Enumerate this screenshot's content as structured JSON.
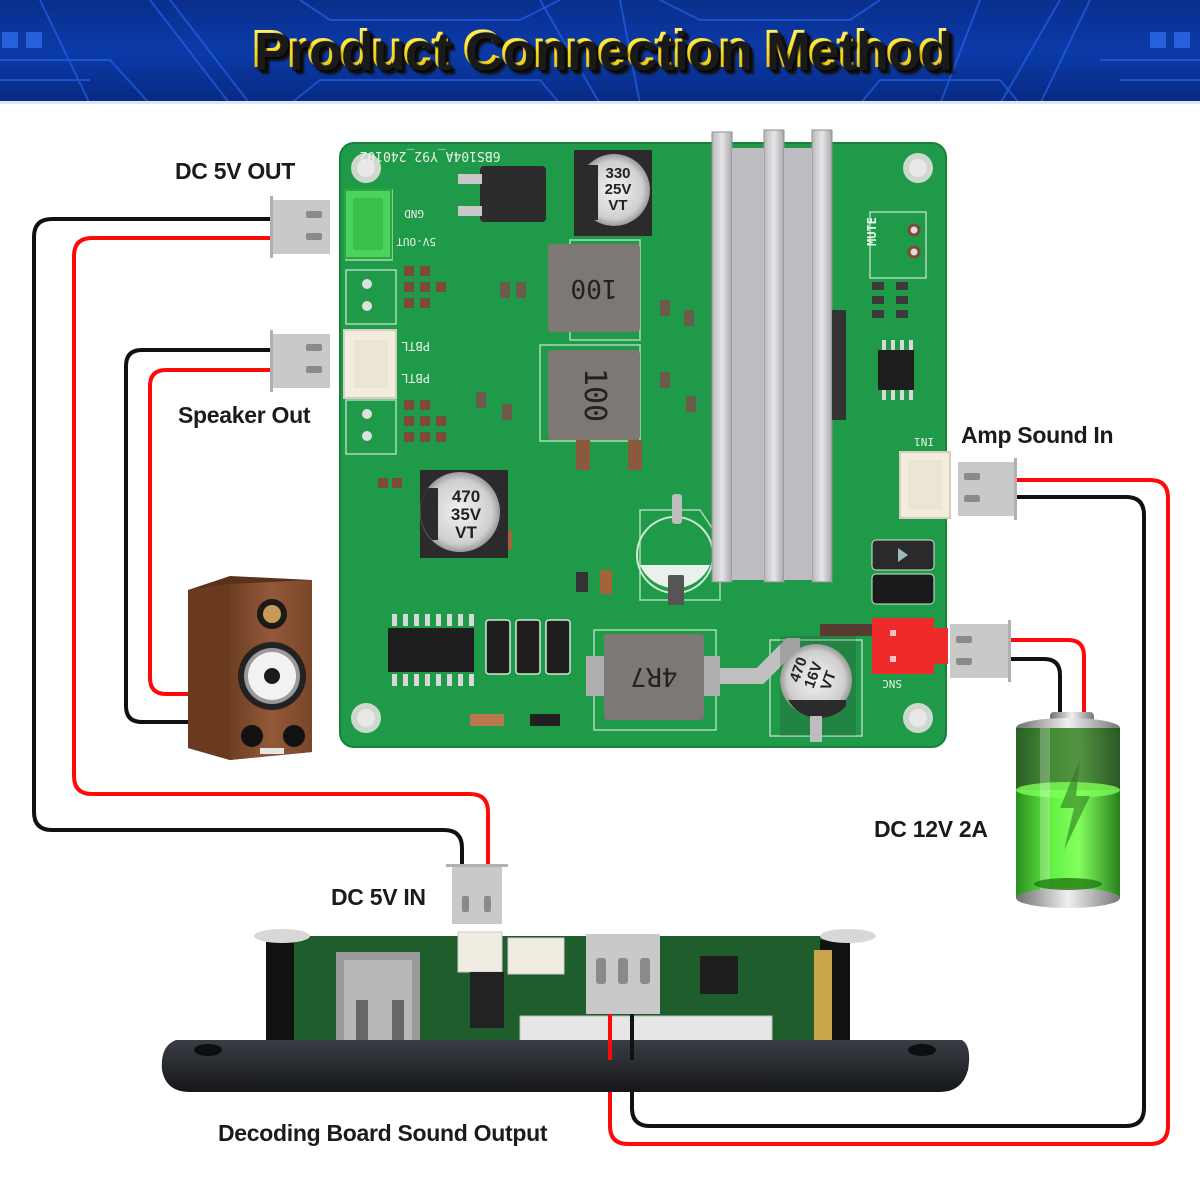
{
  "header": {
    "title": "Product Connection Method"
  },
  "labels": {
    "dc_5v_out": "DC 5V OUT",
    "speaker_out": "Speaker Out",
    "amp_sound_in": "Amp Sound In",
    "dc_12v_2a": "DC 12V 2A",
    "dc_5v_in": "DC 5V IN",
    "decoding_output": "Decoding Board Sound Output"
  },
  "amp_board": {
    "board_id": "6BS104A_Y92_240102",
    "silkscreen": {
      "gnd": "GND",
      "v5_out": "5V-OUT",
      "pbtl_top": "PBTL",
      "pbtl_bottom": "PBTL",
      "mute": "MUTE",
      "input": "IN1",
      "power": "SNC"
    },
    "components": {
      "cap_top": [
        "330",
        "25V",
        "VT"
      ],
      "cap_left": [
        "470",
        "35V",
        "VT"
      ],
      "cap_bottom": [
        "470",
        "16V",
        "VT"
      ],
      "inductor_1": "100",
      "inductor_2": "100",
      "inductor_3": "4R7"
    }
  },
  "colors": {
    "pcb_green": "#1f9a48",
    "wire_red": "#ff0a0a",
    "wire_black": "#111111",
    "banner_blue": "#0b3aa8",
    "title_yellow": "#ffe23a",
    "connector_grey": "#c9c9c9",
    "power_connector_red": "#ee2a2a"
  },
  "icons": {
    "speaker": "speaker-icon",
    "battery": "battery-icon"
  }
}
